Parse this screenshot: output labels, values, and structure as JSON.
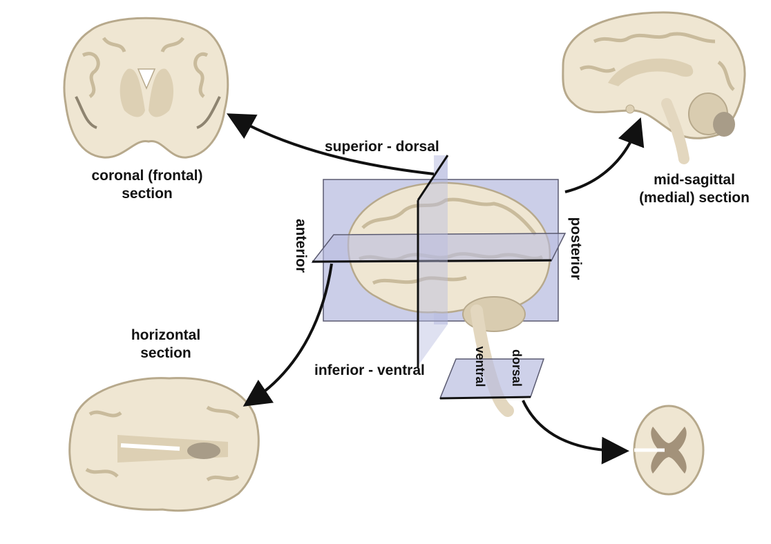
{
  "labels": {
    "superior": "superior - dorsal",
    "inferior": "inferior - ventral",
    "anterior": "anterior",
    "posterior": "posterior",
    "coronal_line1": "coronal (frontal)",
    "coronal_line2": "section",
    "sagittal_line1": "mid-sagittal",
    "sagittal_line2": "(medial) section",
    "horizontal_line1": "horizontal",
    "horizontal_line2": "section",
    "spinal_dorsal": "dorsal",
    "spinal_ventral": "ventral"
  },
  "colors": {
    "plane_fill": "#b9bde0",
    "tissue_light": "#efe6d2",
    "tissue_mid": "#ddd0b4",
    "tissue_dark": "#b7a98c",
    "arrow": "#111111"
  }
}
